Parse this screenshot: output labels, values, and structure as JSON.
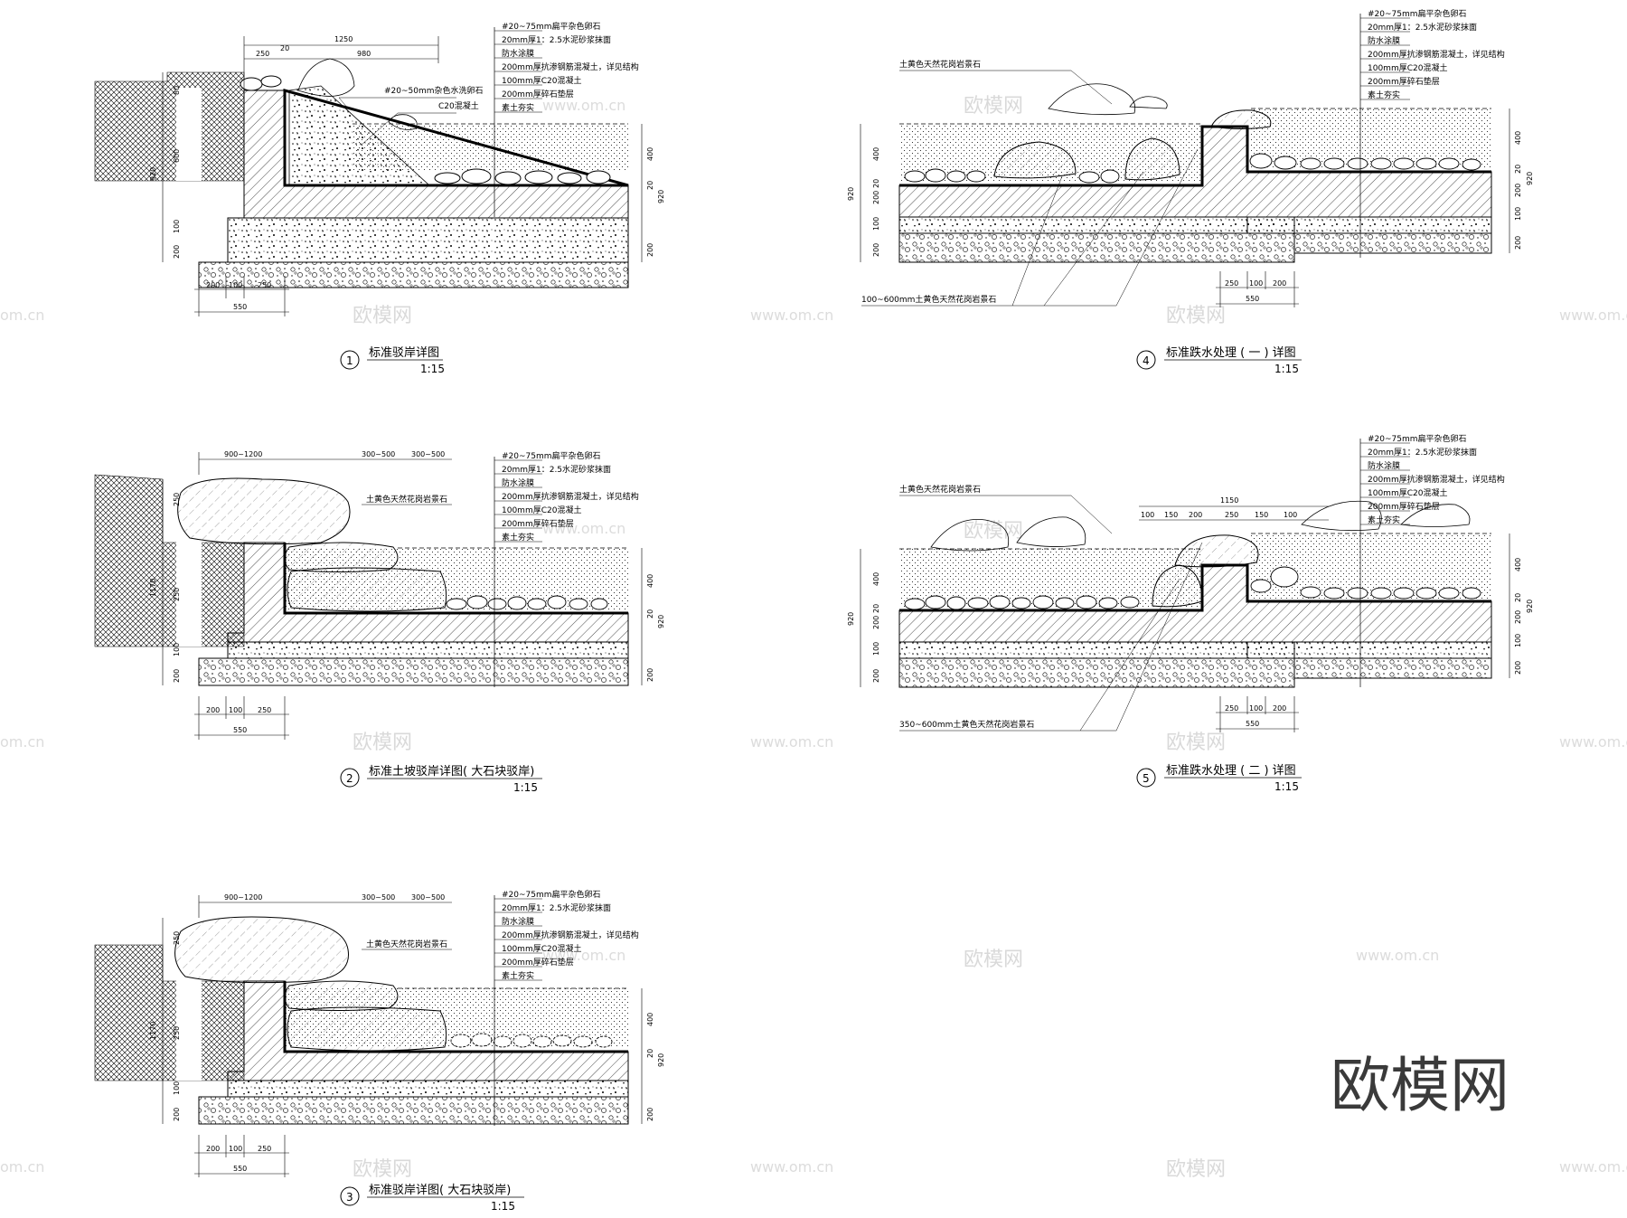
{
  "layers": [
    "#20~75mm扁平杂色卵石",
    "20mm厚1：2.5水泥砂浆抹面",
    "防水涂膜",
    "200mm厚抗渗钢筋混凝土，详见结构",
    "100mm厚C20混凝土",
    "200mm厚碎石垫层",
    "素土夯实"
  ],
  "dims_base": [
    "200",
    "100",
    "250",
    "550"
  ],
  "heights": [
    "400",
    "20",
    "920",
    "100",
    "200",
    "20",
    "200"
  ],
  "d1": {
    "num": "1",
    "title": "标准驳岸详图",
    "scale": "1:15",
    "label_a": "#20~50mm杂色水洗卵石",
    "label_b": "C20混凝土",
    "top_dims": [
      "1250",
      "250",
      "20",
      "980"
    ],
    "left_dims": [
      "920",
      "600",
      "80"
    ]
  },
  "d2": {
    "num": "2",
    "title": "标准土坡驳岸详图( 大石块驳岸)",
    "scale": "1:15",
    "label_a": "土黄色天然花岗岩景石",
    "top_dims": [
      "900~1200",
      "300~500",
      "300~500"
    ],
    "left_dims": [
      "1170",
      "250",
      "250"
    ]
  },
  "d3": {
    "num": "3",
    "title": "标准驳岸详图( 大石块驳岸)",
    "scale": "1:15",
    "label_a": "土黄色天然花岗岩景石",
    "top_dims": [
      "900~1200",
      "300~500",
      "300~500"
    ],
    "left_dims": [
      "1170",
      "250",
      "250"
    ]
  },
  "d4": {
    "num": "4",
    "title": "标准跌水处理 ( 一 ) 详图",
    "scale": "1:15",
    "label_a": "土黄色天然花岗岩景石",
    "label_b": "100~600mm土黄色天然花岗岩景石"
  },
  "d5": {
    "num": "5",
    "title": "标准跌水处理 ( 二 ) 详图",
    "scale": "1:15",
    "label_a": "土黄色天然花岗岩景石",
    "label_b": "350~600mm土黄色天然花岗岩景石",
    "top_dims": [
      "1150",
      "100",
      "150",
      "200",
      "250",
      "150",
      "100"
    ]
  },
  "watermark_cn": "欧模网",
  "watermark_url": "www.om.cn",
  "watermark_edge": "om.cn",
  "brand": "欧模网"
}
